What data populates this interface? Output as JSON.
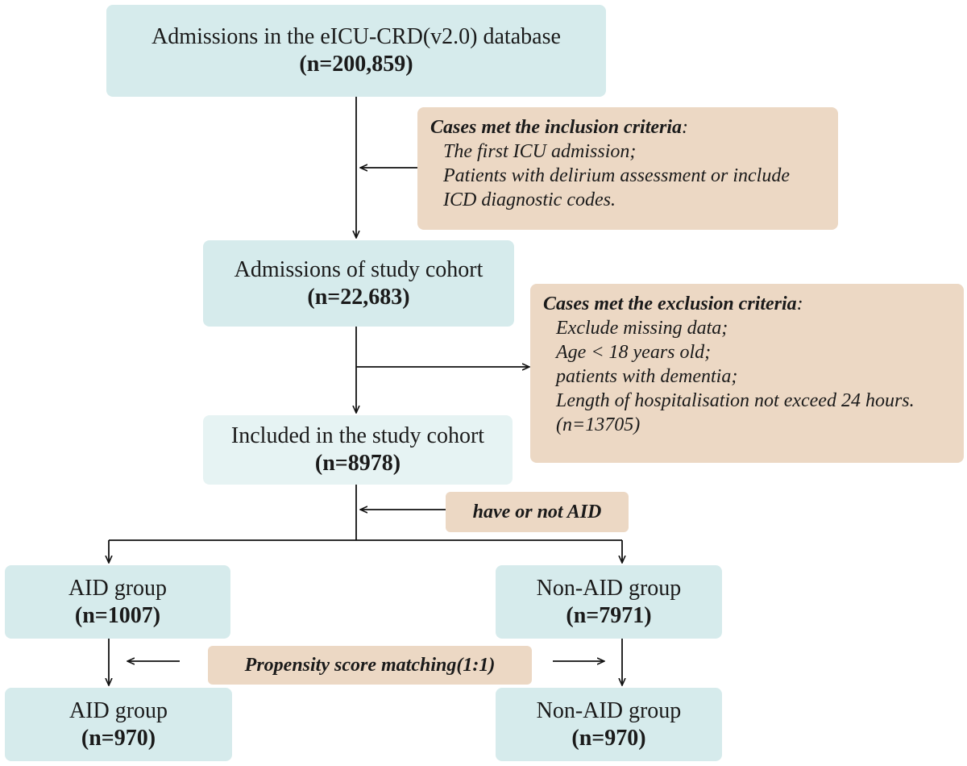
{
  "start": {
    "title": "Admissions in the eICU-CRD(v2.0) database",
    "n": "(n=200,859)"
  },
  "inclusion": {
    "title": "Cases met the inclusion criteria",
    "items": [
      "The first ICU admission;",
      "Patients with delirium assessment or include",
      "ICD diagnostic codes."
    ]
  },
  "cohort": {
    "title": "Admissions of study cohort",
    "n": "(n=22,683)"
  },
  "exclusion": {
    "title": "Cases met the exclusion criteria",
    "items": [
      "Exclude missing data;",
      "Age < 18 years old;",
      "patients with dementia;",
      "Length of hospitalisation not exceed 24 hours.",
      "(n=13705)"
    ]
  },
  "included": {
    "title": "Included in the study cohort",
    "n": "(n=8978)"
  },
  "split_label": "have or not AID",
  "aid_group": {
    "title": "AID group",
    "n": "(n=1007)"
  },
  "nonaid_group": {
    "title": "Non-AID group",
    "n": "(n=7971)"
  },
  "psm_label": "Propensity score matching(1:1)",
  "aid_matched": {
    "title": "AID group",
    "n": "(n=970)"
  },
  "nonaid_matched": {
    "title": "Non-AID group",
    "n": "(n=970)"
  }
}
